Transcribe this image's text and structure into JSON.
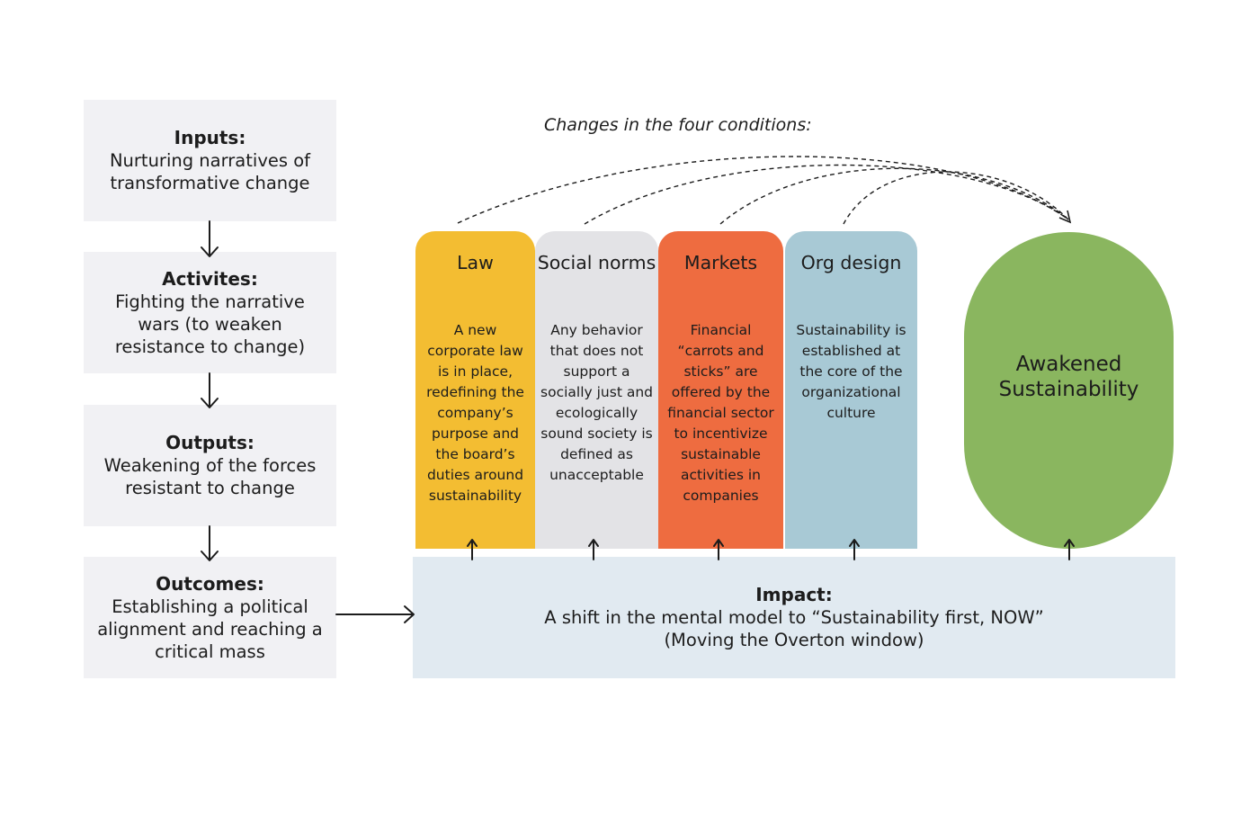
{
  "heading": "Changes in the four conditions:",
  "stages": [
    {
      "title": "Inputs:",
      "lines": [
        "Nurturing narratives of",
        "transformative change"
      ]
    },
    {
      "title": "Activites:",
      "lines": [
        "Fighting the narrative",
        "wars (to weaken",
        "resistance to change)"
      ]
    },
    {
      "title": "Outputs:",
      "lines": [
        "Weakening of the forces",
        "resistant to change"
      ]
    },
    {
      "title": "Outcomes:",
      "lines": [
        "Establishing a political",
        "alignment and reaching a",
        "critical mass"
      ]
    }
  ],
  "conditions": [
    {
      "title": "Law",
      "color": "#f3bd32",
      "lines": [
        "A new",
        "corporate law",
        "is in place,",
        "redefining the",
        "company’s",
        "purpose and",
        "the board’s",
        "duties around",
        "sustainability"
      ]
    },
    {
      "title": "Social norms",
      "color": "#e3e3e6",
      "lines": [
        "Any behavior",
        "that does not",
        "support a",
        "socially just and",
        "ecologically",
        "sound society is",
        "defined as",
        "unacceptable"
      ]
    },
    {
      "title": "Markets",
      "color": "#ee6c40",
      "lines": [
        "Financial",
        "“carrots and",
        "sticks” are",
        "offered by the",
        "financial sector",
        "to incentivize",
        "sustainable",
        "activities in",
        "companies"
      ]
    },
    {
      "title": "Org design",
      "color": "#a8c9d5",
      "lines": [
        "Sustainability is",
        "established at",
        "the core of the",
        "organizational",
        "culture"
      ]
    }
  ],
  "impact": {
    "title": "Impact:",
    "lines": [
      "A shift in the mental model to “Sustainability first, NOW”",
      "(Moving the Overton window)"
    ]
  },
  "goal": {
    "lines": [
      "Awakened",
      "Sustainability"
    ],
    "color": "#8ab65f"
  },
  "colors": {
    "stage_bg": "#f1f1f4",
    "impact_bg": "#e1eaf1",
    "arrow": "#1c1c1c"
  }
}
